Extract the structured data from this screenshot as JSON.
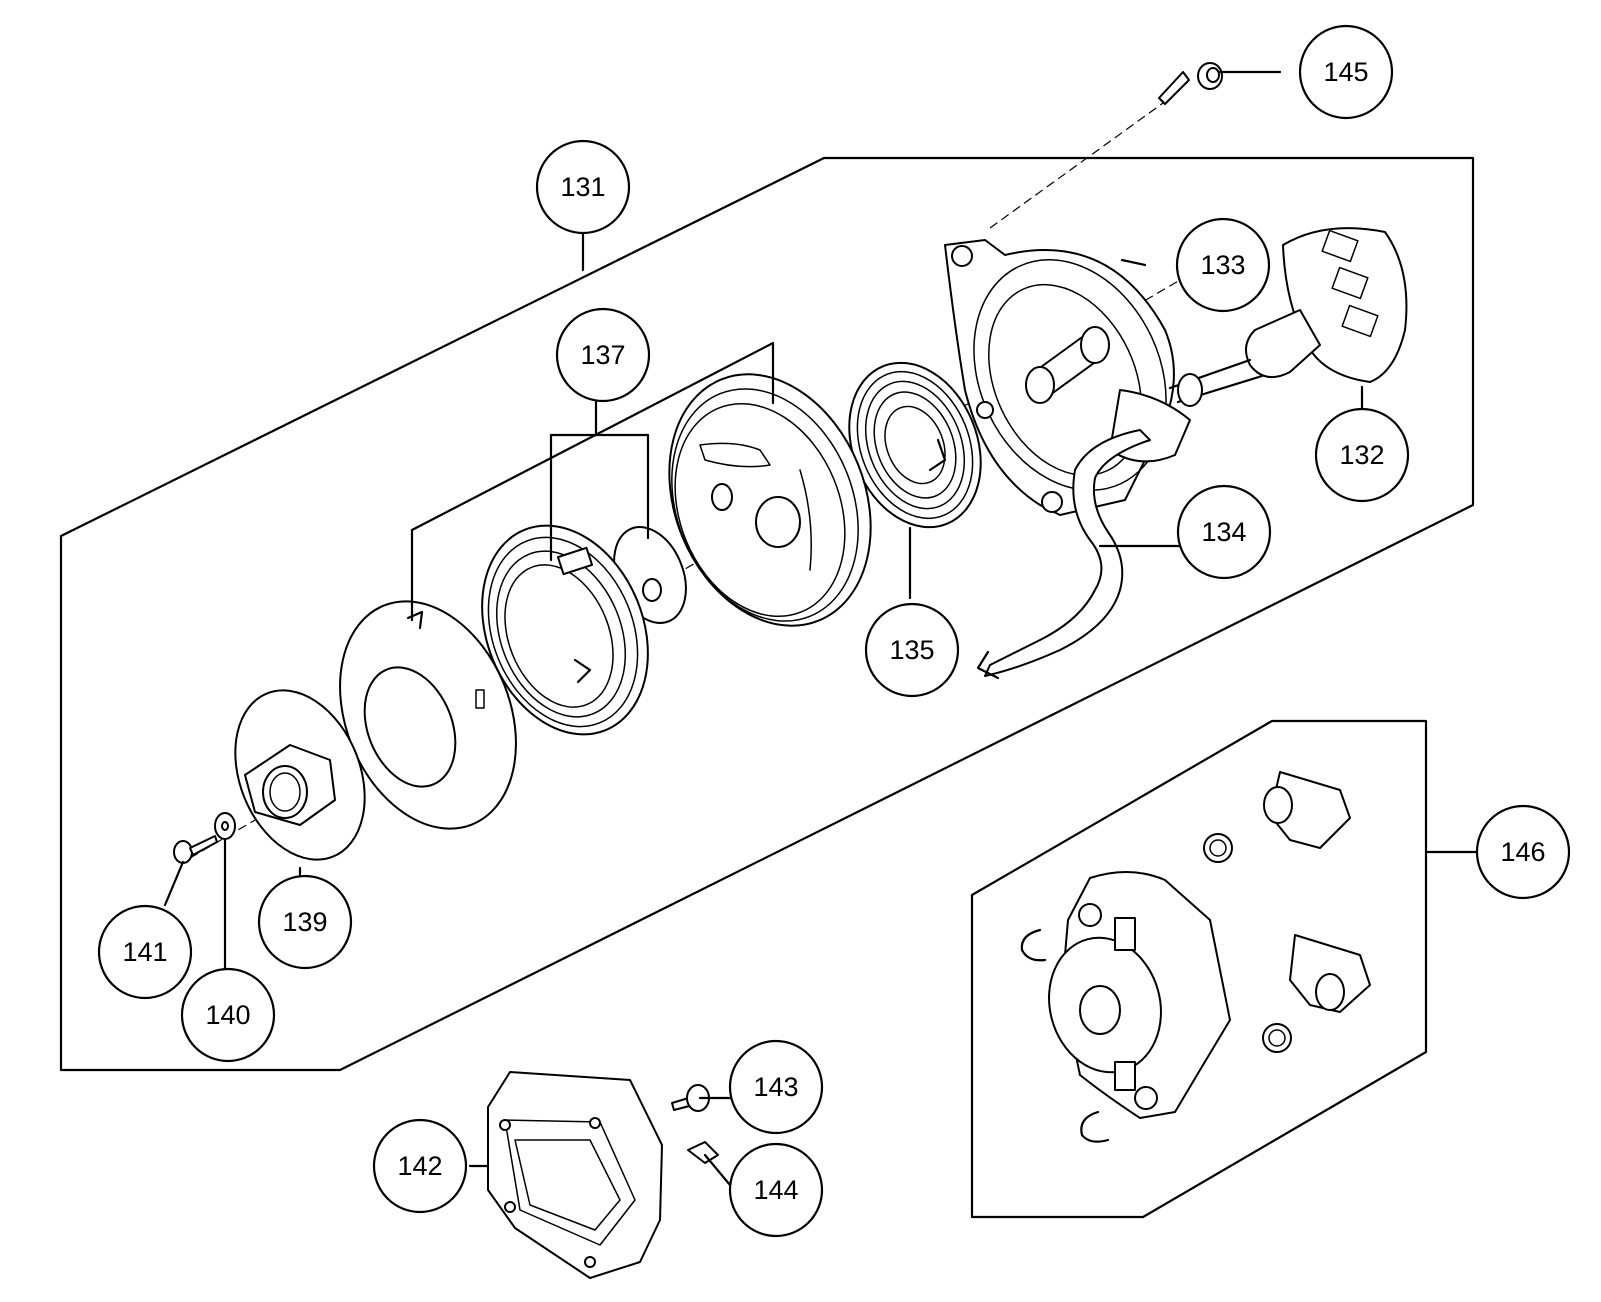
{
  "callouts": {
    "c131": "131",
    "c132": "132",
    "c133": "133",
    "c134": "134",
    "c135": "135",
    "c137": "137",
    "c139": "139",
    "c140": "140",
    "c141": "141",
    "c142": "142",
    "c143": "143",
    "c144": "144",
    "c145": "145",
    "c146": "146"
  }
}
